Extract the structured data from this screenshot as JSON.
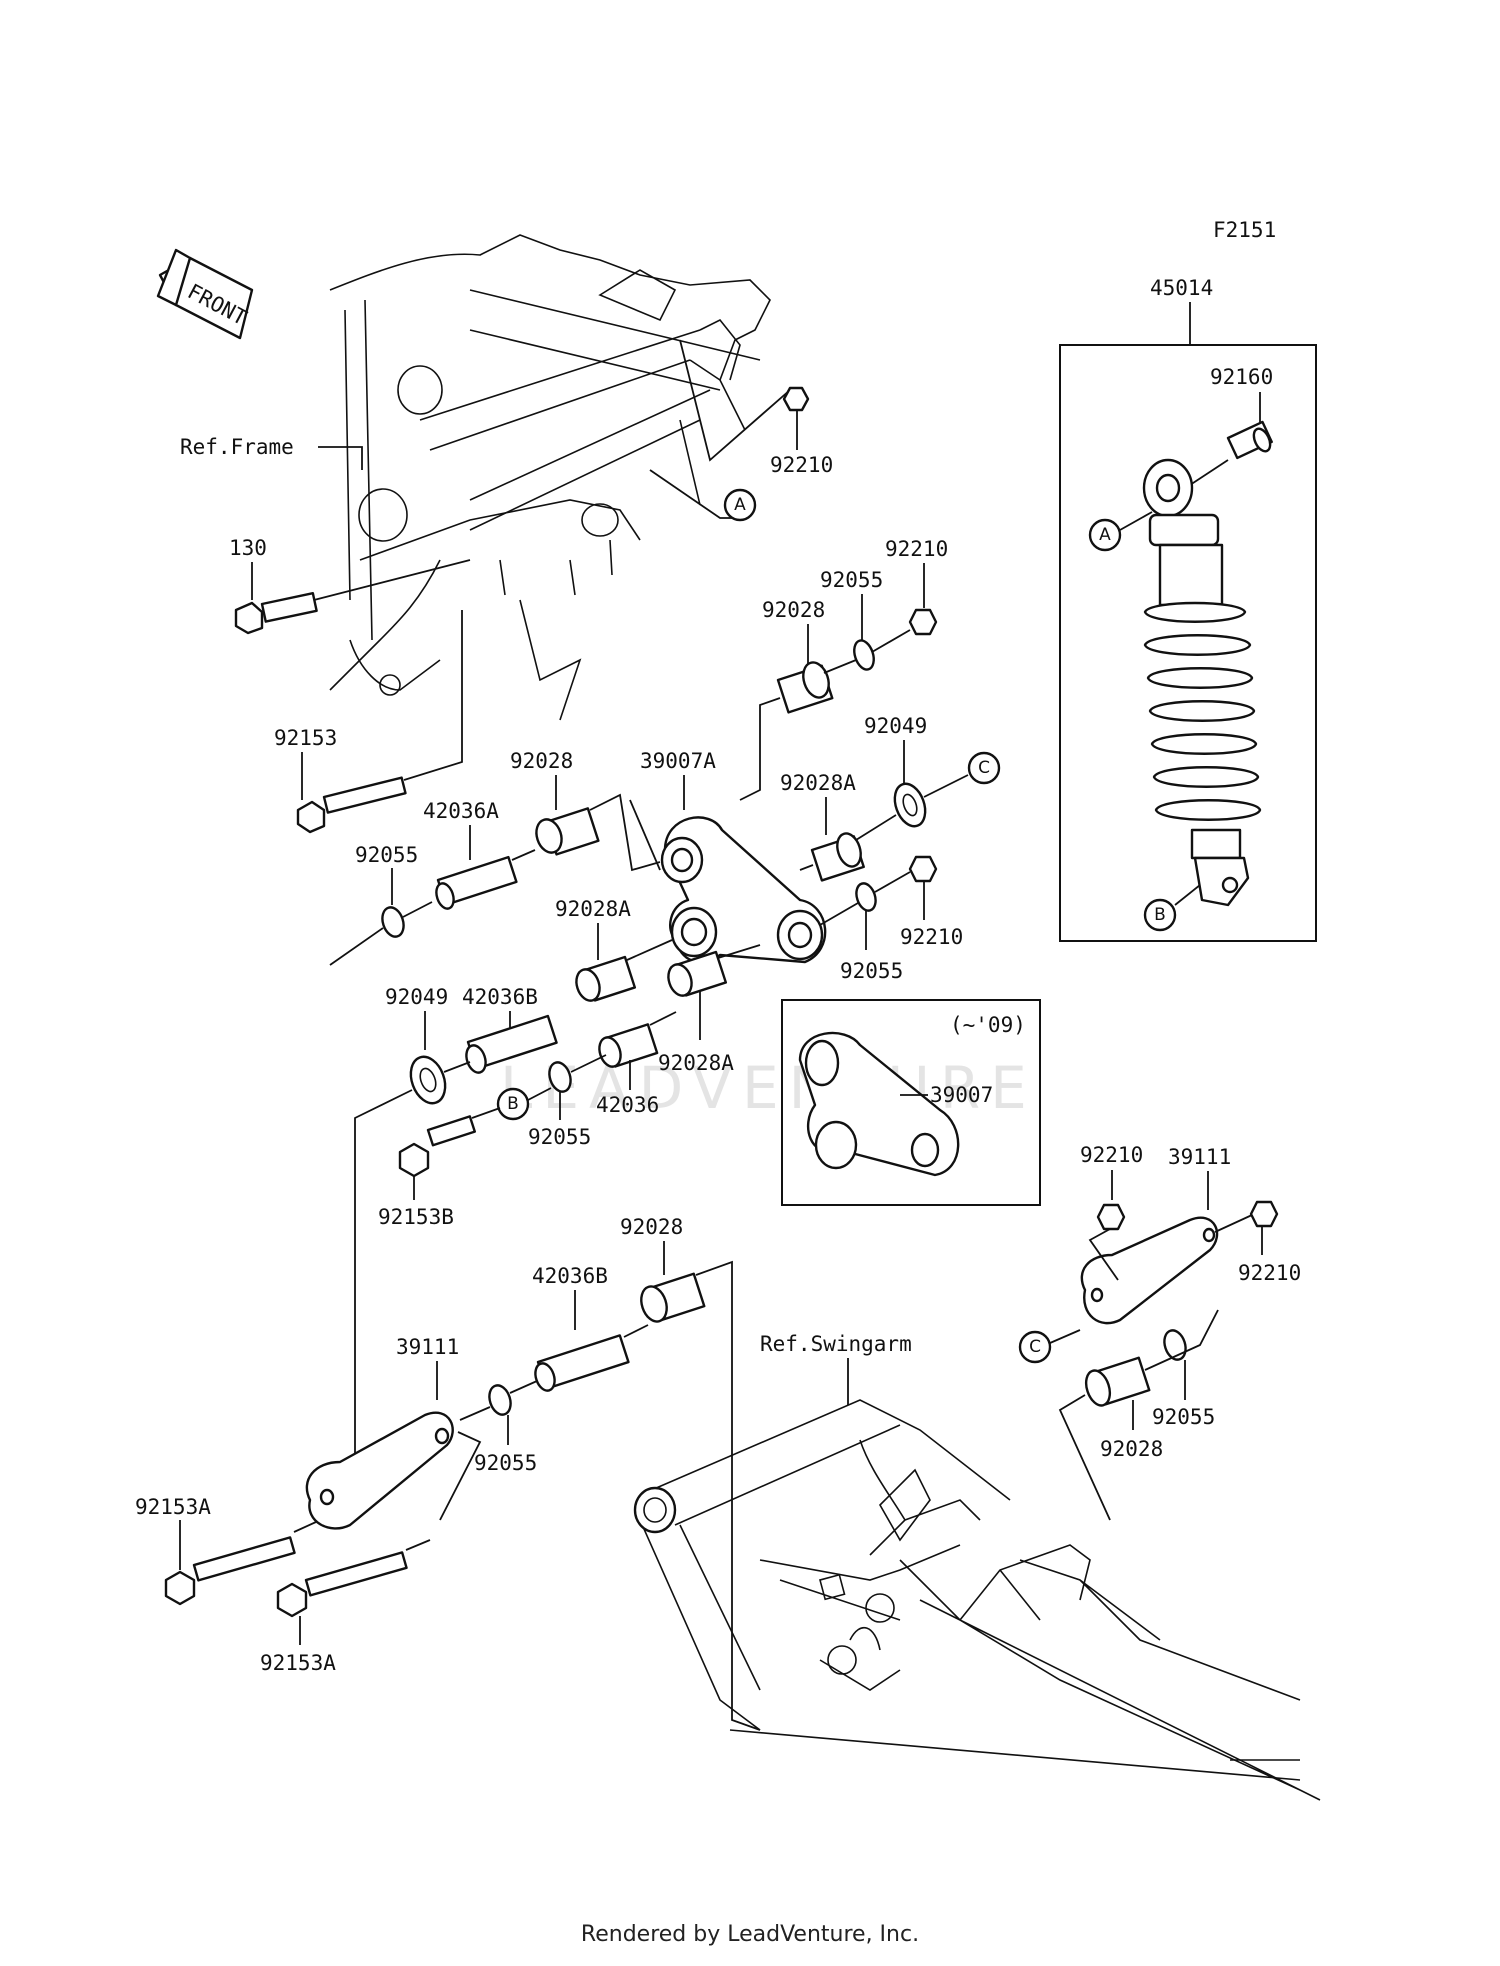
{
  "diagram_code": "F2151",
  "front_arrow_label": "FRONT",
  "ref_frame": "Ref.Frame",
  "ref_swingarm": "Ref.Swingarm",
  "variant_note": "(~'09)",
  "footer": "Rendered by LeadVenture, Inc.",
  "watermark": "LEADVENTURE",
  "circle_markers": [
    "A",
    "B",
    "C"
  ],
  "parts": {
    "p45014": "45014",
    "p92160": "92160",
    "p92210": "92210",
    "p130": "130",
    "p92153": "92153",
    "p92055": "92055",
    "p92028": "92028",
    "p92049": "92049",
    "p39007A": "39007A",
    "p92028A": "92028A",
    "p42036A": "42036A",
    "p42036B": "42036B",
    "p42036": "42036",
    "p92153B": "92153B",
    "p39007": "39007",
    "p39111": "39111",
    "p92153A": "92153A"
  }
}
